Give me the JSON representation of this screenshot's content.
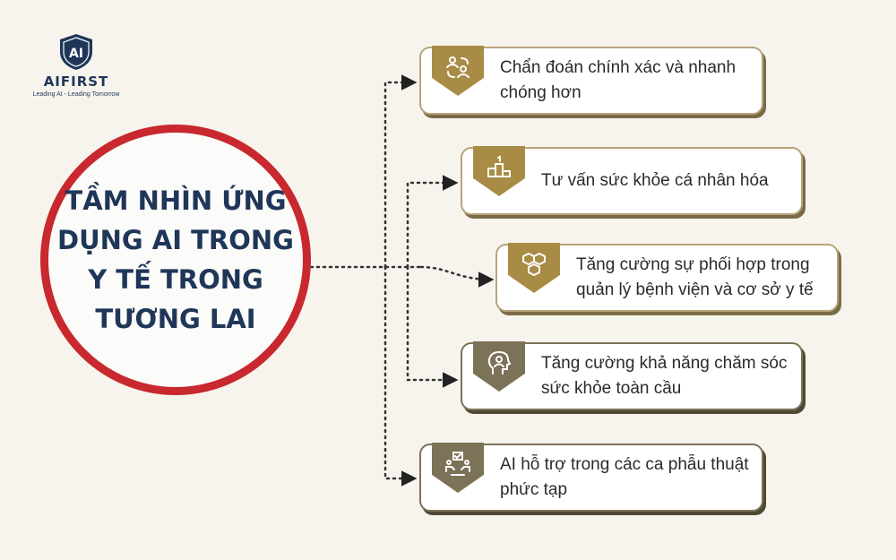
{
  "brand": {
    "logo_mark": "AI",
    "name": "AIFIRST",
    "tagline": "Leading AI - Leading Tomorrow",
    "color": "#1f3658"
  },
  "center": {
    "title": "TẦM NHÌN ỨNG DỤNG AI TRONG Y TẾ TRONG TƯƠNG LAI",
    "ring_color": "#c8282e"
  },
  "items": [
    {
      "icon": "diagnosis-people-icon",
      "text": "Chẩn đoán chính xác và nhanh chóng hơn"
    },
    {
      "icon": "podium-icon",
      "text": "Tư vấn sức khỏe cá nhân hóa"
    },
    {
      "icon": "boxes-icon",
      "text": "Tăng cường sự phối hợp trong quản lý bệnh viện và cơ sở y tế"
    },
    {
      "icon": "head-person-icon",
      "text": "Tăng cường khả năng chăm sóc sức khỏe toàn cầu"
    },
    {
      "icon": "team-collaboration-icon",
      "text": "AI hỗ trợ trong các ca phẫu thuật phức tạp"
    }
  ],
  "colors": {
    "gold": "#a88c45",
    "olive": "#7c7257",
    "background": "#f7f4ed"
  }
}
